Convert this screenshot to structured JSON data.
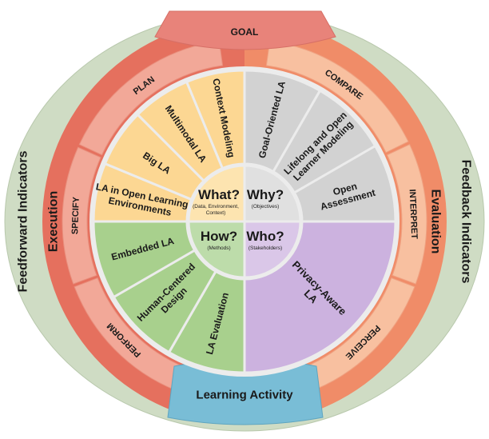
{
  "banners": {
    "goal": "GOAL",
    "activity": "Learning Activity"
  },
  "outer": {
    "left": "Feedforward Indicators",
    "right": "Feedback Indicators"
  },
  "ring": {
    "left": "Execution",
    "right": "Evaluation"
  },
  "steps_left": [
    "PLAN",
    "SPECIFY",
    "PERFORM"
  ],
  "steps_right": [
    "COMPARE",
    "INTERPRET",
    "PERCEIVE"
  ],
  "quadrants": [
    {
      "key": "what",
      "title": "What?",
      "subtitle": [
        "(Data, Environment,",
        "Context)"
      ],
      "color": "#fcd793",
      "hub_color": "#fde4b0",
      "items": [
        {
          "lines": [
            "LA in Open Learning",
            "Environments"
          ]
        },
        {
          "lines": [
            "Big LA"
          ]
        },
        {
          "lines": [
            "Multimodal LA"
          ]
        },
        {
          "lines": [
            "Context Modeling"
          ]
        }
      ]
    },
    {
      "key": "why",
      "title": "Why?",
      "subtitle": [
        "(Objectives)"
      ],
      "color": "#d2d2d2",
      "hub_color": "#e0e0e0",
      "items": [
        {
          "lines": [
            "Goal-Oriented LA"
          ]
        },
        {
          "lines": [
            "Lifelong and Open",
            "Learner Modeling"
          ]
        },
        {
          "lines": [
            "Open",
            "Assessment"
          ]
        }
      ]
    },
    {
      "key": "how",
      "title": "How?",
      "subtitle": [
        "(Methods)"
      ],
      "color": "#a8d08d",
      "hub_color": "#bddcaa",
      "items": [
        {
          "lines": [
            "LA Evaluation"
          ]
        },
        {
          "lines": [
            "Human-Centered",
            "Design"
          ]
        },
        {
          "lines": [
            "Embedded LA"
          ]
        }
      ]
    },
    {
      "key": "who",
      "title": "Who?",
      "subtitle": [
        "(Stakeholders)"
      ],
      "color": "#ccb2df",
      "hub_color": "#dac7e8",
      "items": [
        {
          "lines": [
            "Privacy-Aware",
            "LA"
          ]
        }
      ]
    }
  ],
  "colors": {
    "outer": "#cfdcc4",
    "ring_left": "#e5705e",
    "ring_right": "#f08c68",
    "step_left": "#f2a898",
    "step_right": "#f8c0a0",
    "goal": "#e8837a",
    "activity": "#79bdd6"
  }
}
